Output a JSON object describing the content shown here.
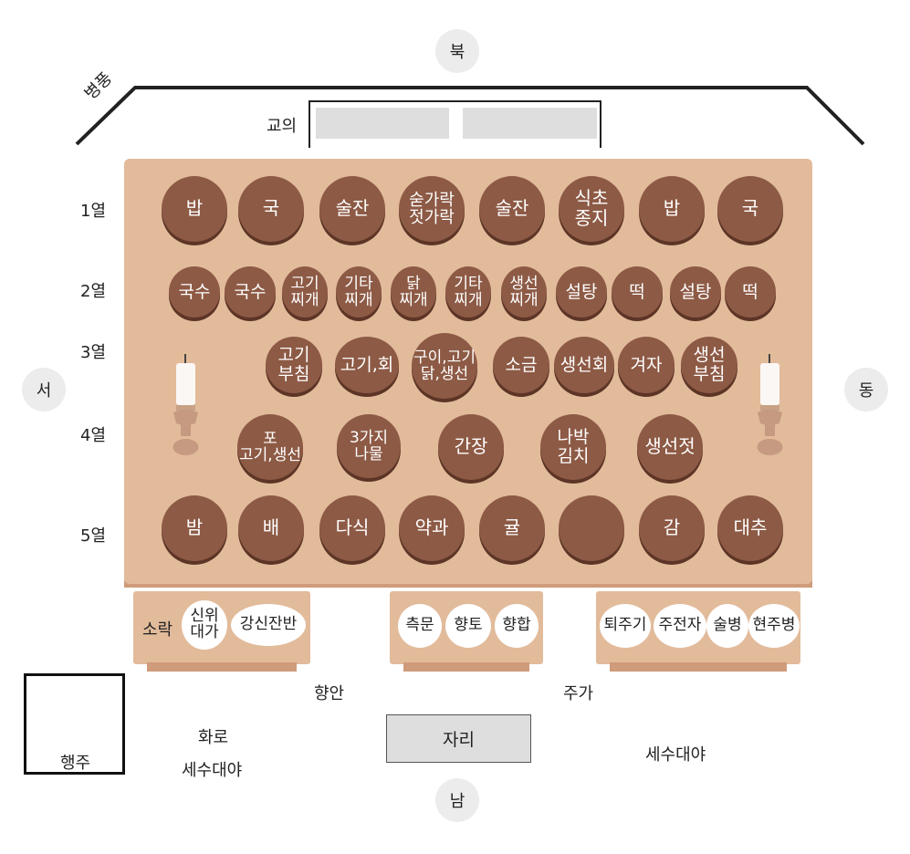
{
  "compass": {
    "north": "북",
    "south": "남",
    "west": "서",
    "east": "동"
  },
  "screen": {
    "label": "병풍"
  },
  "gyoui": {
    "label": "교의"
  },
  "rows": [
    "1열",
    "2열",
    "3열",
    "4열",
    "5열"
  ],
  "row1": [
    "밥",
    "국",
    "술잔",
    "숟가락\n젓가락",
    "술잔",
    "식초\n종지",
    "밥",
    "국"
  ],
  "row2": [
    "국수",
    "국수",
    "고기\n찌개",
    "기타\n찌개",
    "닭\n찌개",
    "기타\n찌개",
    "생선\n찌개",
    "설탕",
    "떡",
    "설탕",
    "떡"
  ],
  "row3": [
    "고기\n부침",
    "고기,회",
    "구이,고기\n닭,생선",
    "소금",
    "생선회",
    "겨자",
    "생선\n부침"
  ],
  "row4": [
    "포\n고기,생선",
    "3가지\n나물",
    "간장",
    "나박\n김치",
    "생선젓"
  ],
  "row5": [
    "밤",
    "배",
    "다식",
    "약과",
    "귤",
    "",
    "감",
    "대추"
  ],
  "left_table": {
    "plain": "소락",
    "items": [
      "신위\n대가",
      "강신잔반"
    ]
  },
  "middle_table": {
    "items": [
      "측문",
      "향토",
      "향합"
    ]
  },
  "right_table": {
    "items": [
      "퇴주기",
      "주전자",
      "술병",
      "현주병"
    ]
  },
  "labels": {
    "hyangan": "향안",
    "juga": "주가",
    "hwaro": "화로",
    "sesu_left": "세수대야",
    "sesu_right": "세수대야",
    "haengju": "행주",
    "jari": "자리"
  },
  "colors": {
    "table": "#e2bb9b",
    "dish": "#8d5a45",
    "dish_shadow": "#5d3526",
    "gray": "#dedede"
  }
}
